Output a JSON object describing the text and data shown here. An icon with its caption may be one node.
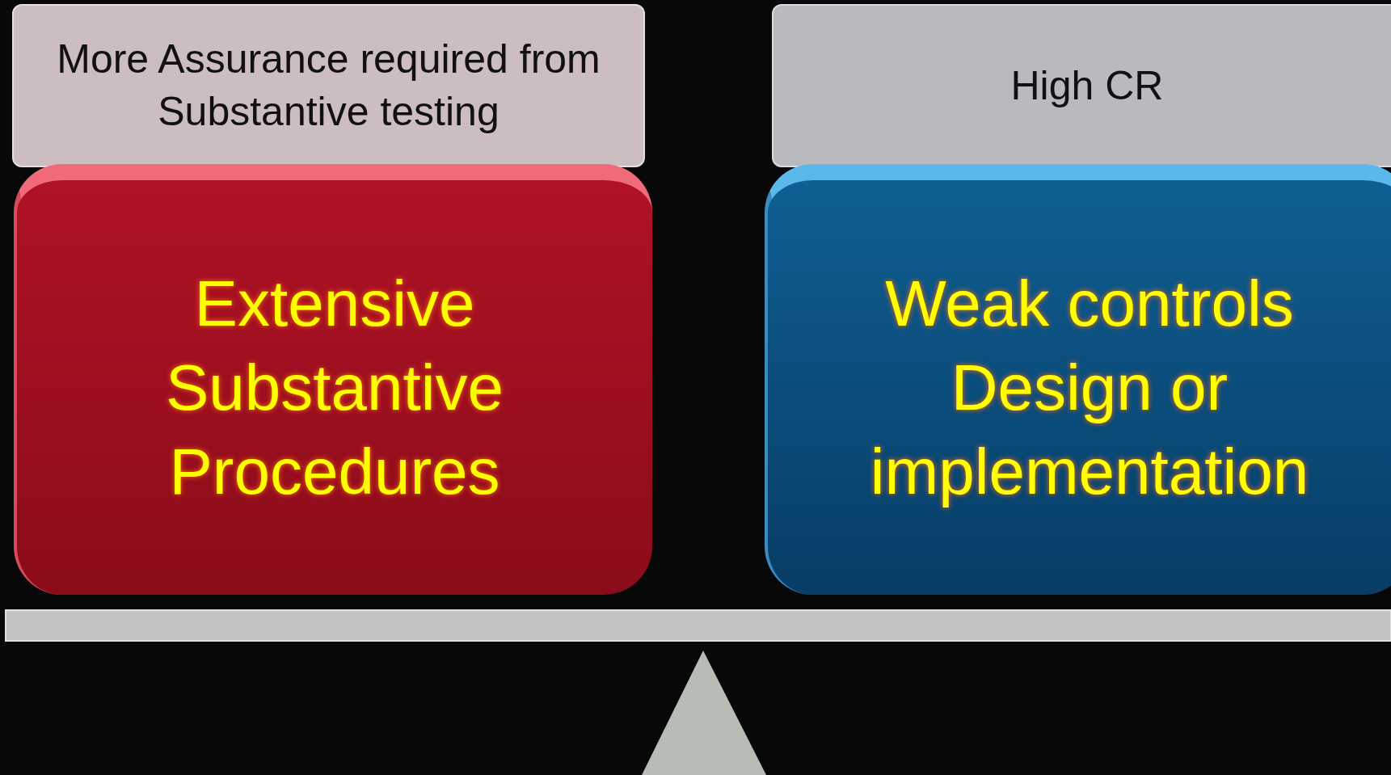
{
  "diagram": {
    "nodes": [
      {
        "text": [
          "More Assurance required from Substantive testing"
        ]
      },
      {
        "text": [
          "High CR"
        ]
      },
      {
        "text": [
          "Extensive Substantive Procedures"
        ]
      },
      {
        "text": [
          "Weak controls Design or implementation"
        ]
      }
    ]
  }
}
